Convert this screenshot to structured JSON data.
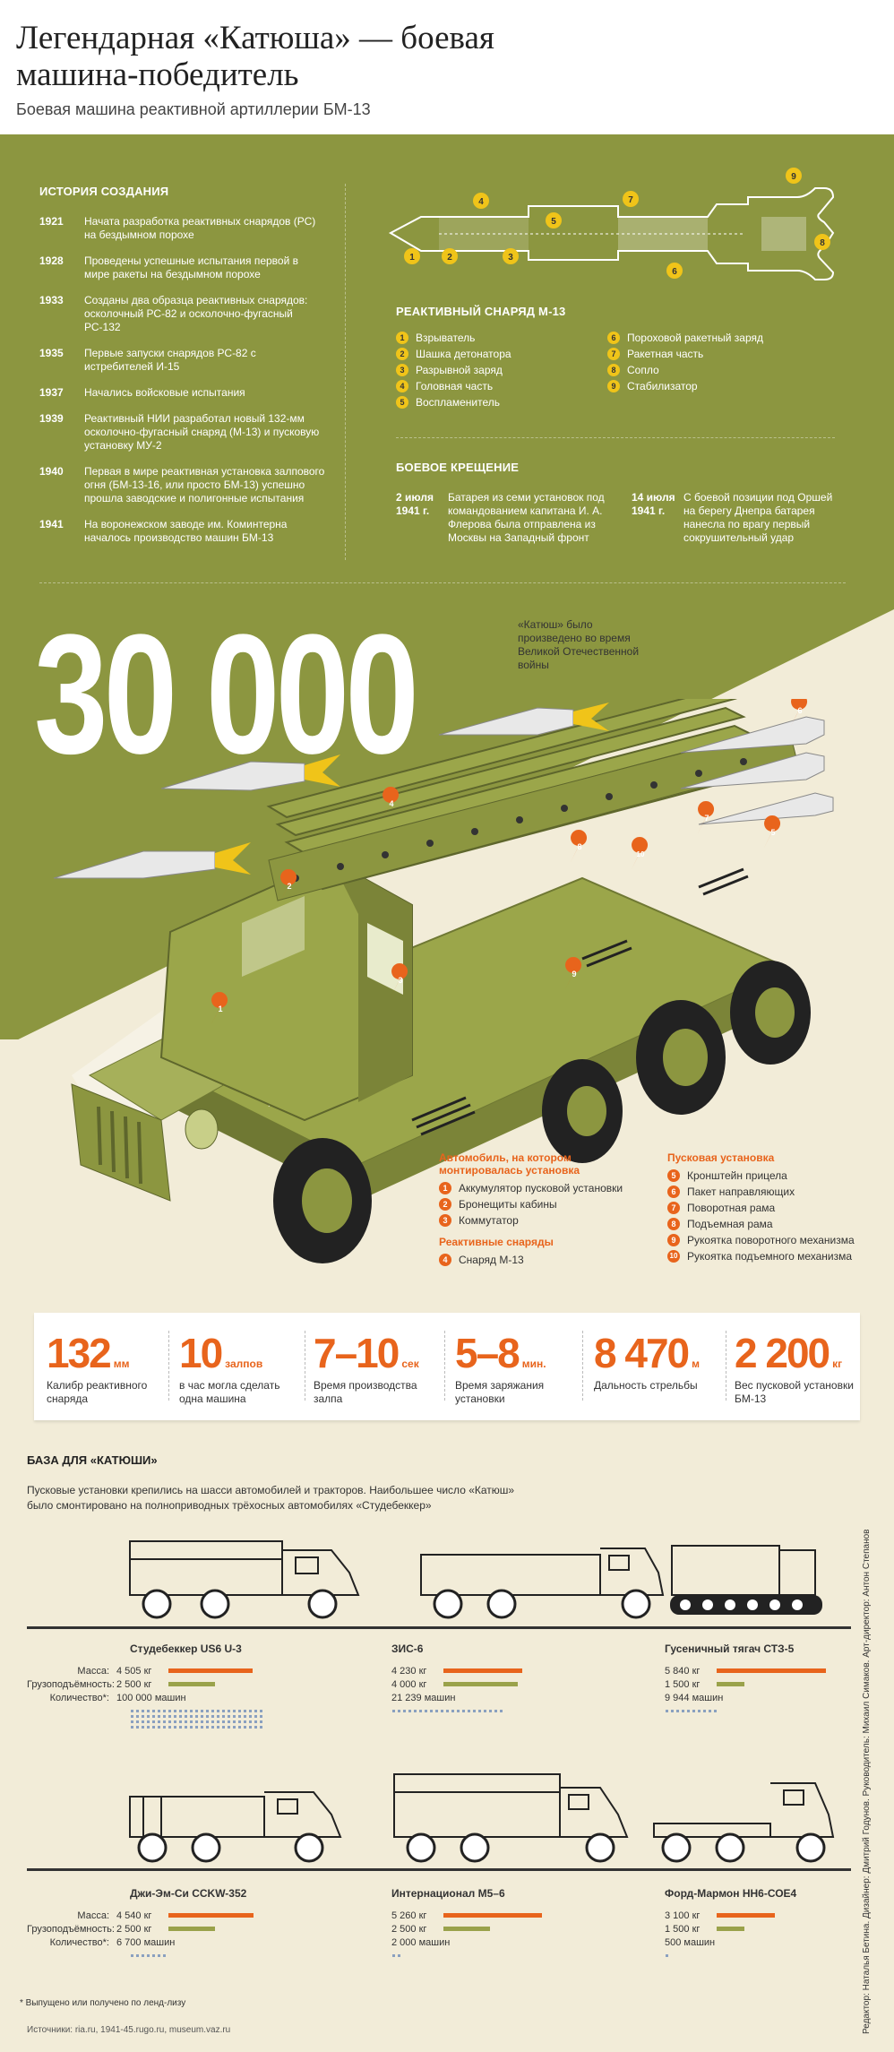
{
  "header": {
    "title": "Легендарная «Катюша» — боевая машина-победитель",
    "subtitle": "Боевая машина реактивной артиллерии БМ-13"
  },
  "history": {
    "title": "ИСТОРИЯ СОЗДАНИЯ",
    "items": [
      {
        "year": "1921",
        "text": "Начата разработка реактивных снарядов (РС) на бездымном порохе"
      },
      {
        "year": "1928",
        "text": "Проведены успешные испытания первой в мире ракеты на бездымном порохе"
      },
      {
        "year": "1933",
        "text": "Созданы два образца реактивных снарядов: осколочный РС-82 и осколочно-фугасный РС-132"
      },
      {
        "year": "1935",
        "text": "Первые запуски снарядов РС-82 с истребителей И-15"
      },
      {
        "year": "1937",
        "text": "Начались войсковые испытания"
      },
      {
        "year": "1939",
        "text": "Реактивный НИИ разработал новый 132-мм осколочно-фугасный снаряд (М-13) и пусковую установку МУ-2"
      },
      {
        "year": "1940",
        "text": "Первая в мире реактивная установка залпового огня (БМ-13-16, или просто БМ-13) успешно прошла заводские и полигонные испытания"
      },
      {
        "year": "1941",
        "text": "На воронежском заводе им. Коминтерна началось производство машин БМ-13"
      }
    ]
  },
  "shell": {
    "title": "РЕАКТИВНЫЙ СНАРЯД М-13",
    "items": [
      {
        "n": "1",
        "label": "Взрыватель"
      },
      {
        "n": "2",
        "label": "Шашка детонатора"
      },
      {
        "n": "3",
        "label": "Разрывной заряд"
      },
      {
        "n": "4",
        "label": "Головная часть"
      },
      {
        "n": "5",
        "label": "Воспламенитель"
      },
      {
        "n": "6",
        "label": "Пороховой ракетный заряд"
      },
      {
        "n": "7",
        "label": "Ракетная часть"
      },
      {
        "n": "8",
        "label": "Сопло"
      },
      {
        "n": "9",
        "label": "Стабилизатор"
      }
    ]
  },
  "baptism": {
    "title": "БОЕВОЕ КРЕЩЕНИЕ",
    "items": [
      {
        "date": "2 июля 1941 г.",
        "text": "Батарея из семи установок под командованием капитана И. А. Флерова была отправлена из Москвы на Западный фронт"
      },
      {
        "date": "14 июля 1941 г.",
        "text": "С боевой позиции под Оршей на берегу Днепра батарея нанесла по врагу первый сокрушительный удар"
      }
    ]
  },
  "big": {
    "number": "30 000",
    "note": "«Катюш» было произведено во время Великой Отечественной войны"
  },
  "parts": {
    "car_title": "Автомобиль, на котором монтировалась установка",
    "car": [
      {
        "n": "1",
        "label": "Аккумулятор пусковой установки"
      },
      {
        "n": "2",
        "label": "Бронещиты кабины"
      },
      {
        "n": "3",
        "label": "Коммутатор"
      }
    ],
    "shells_title": "Реактивные снаряды",
    "shells": [
      {
        "n": "4",
        "label": "Снаряд М-13"
      }
    ],
    "launcher_title": "Пусковая установка",
    "launcher": [
      {
        "n": "5",
        "label": "Кронштейн прицела"
      },
      {
        "n": "6",
        "label": "Пакет направляющих"
      },
      {
        "n": "7",
        "label": "Поворотная рама"
      },
      {
        "n": "8",
        "label": "Подъемная рама"
      },
      {
        "n": "9",
        "label": "Рукоятка поворотного механизма"
      },
      {
        "n": "10",
        "label": "Рукоятка подъемного механизма"
      }
    ]
  },
  "stats": [
    {
      "value": "132",
      "unit": "мм",
      "desc": "Калибр реактивного снаряда"
    },
    {
      "value": "10",
      "unit": "залпов",
      "desc": "в час могла сделать одна машина"
    },
    {
      "value": "7–10",
      "unit": "сек",
      "desc": "Время производства залпа"
    },
    {
      "value": "5–8",
      "unit": "мин.",
      "desc": "Время заряжания установки"
    },
    {
      "value": "8 470",
      "unit": "м",
      "desc": "Дальность стрельбы"
    },
    {
      "value": "2 200",
      "unit": "кг",
      "desc": "Вес пусковой установки БМ-13"
    }
  ],
  "base": {
    "title": "БАЗА ДЛЯ «КАТЮШИ»",
    "text": "Пусковые установки крепились на шасси автомобилей и тракторов. Наибольшее число «Катюш» было смонтировано на полноприводных трёхосных автомобилях «Студебеккер»",
    "labels": {
      "mass": "Масса:",
      "cargo": "Грузоподъёмность:",
      "count": "Количество*:"
    },
    "vehicles": [
      {
        "name": "Студебеккер US6 U-3",
        "mass": "4 505 кг",
        "cargo": "2 500 кг",
        "count": "100 000 машин",
        "mass_kg": 4505,
        "cargo_kg": 2500,
        "count_n": 100000
      },
      {
        "name": "ЗИС-6",
        "mass": "4 230 кг",
        "cargo": "4 000 кг",
        "count": "21 239 машин",
        "mass_kg": 4230,
        "cargo_kg": 4000,
        "count_n": 21239
      },
      {
        "name": "Гусеничный тягач СТЗ-5",
        "mass": "5 840 кг",
        "cargo": "1 500 кг",
        "count": "9 944 машин",
        "mass_kg": 5840,
        "cargo_kg": 1500,
        "count_n": 9944
      },
      {
        "name": "Джи-Эм-Си CCKW-352",
        "mass": "4 540 кг",
        "cargo": "2 500 кг",
        "count": "6 700 машин",
        "mass_kg": 4540,
        "cargo_kg": 2500,
        "count_n": 6700
      },
      {
        "name": "Интернационал М5–6",
        "mass": "5 260 кг",
        "cargo": "2 500 кг",
        "count": "2 000 машин",
        "mass_kg": 5260,
        "cargo_kg": 2500,
        "count_n": 2000
      },
      {
        "name": "Форд-Мармон НН6-СОЕ4",
        "mass": "3 100 кг",
        "cargo": "1 500 кг",
        "count": "500 машин",
        "mass_kg": 3100,
        "cargo_kg": 1500,
        "count_n": 500
      }
    ]
  },
  "footnote": "* Выпущено или получено по ленд-лизу",
  "sources": "Источники: ria.ru, 1941-45.rugo.ru, museum.vaz.ru",
  "credits": "Редактор: Наталья Бетина. Дизайнер: Дмитрий Годунов. Руководитель: Михаил Симаков. Арт-директор: Антон Степанов",
  "colors": {
    "olive": "#8c9640",
    "beige": "#f2ecd8",
    "orange": "#e8641c",
    "yellow": "#f0c419"
  }
}
